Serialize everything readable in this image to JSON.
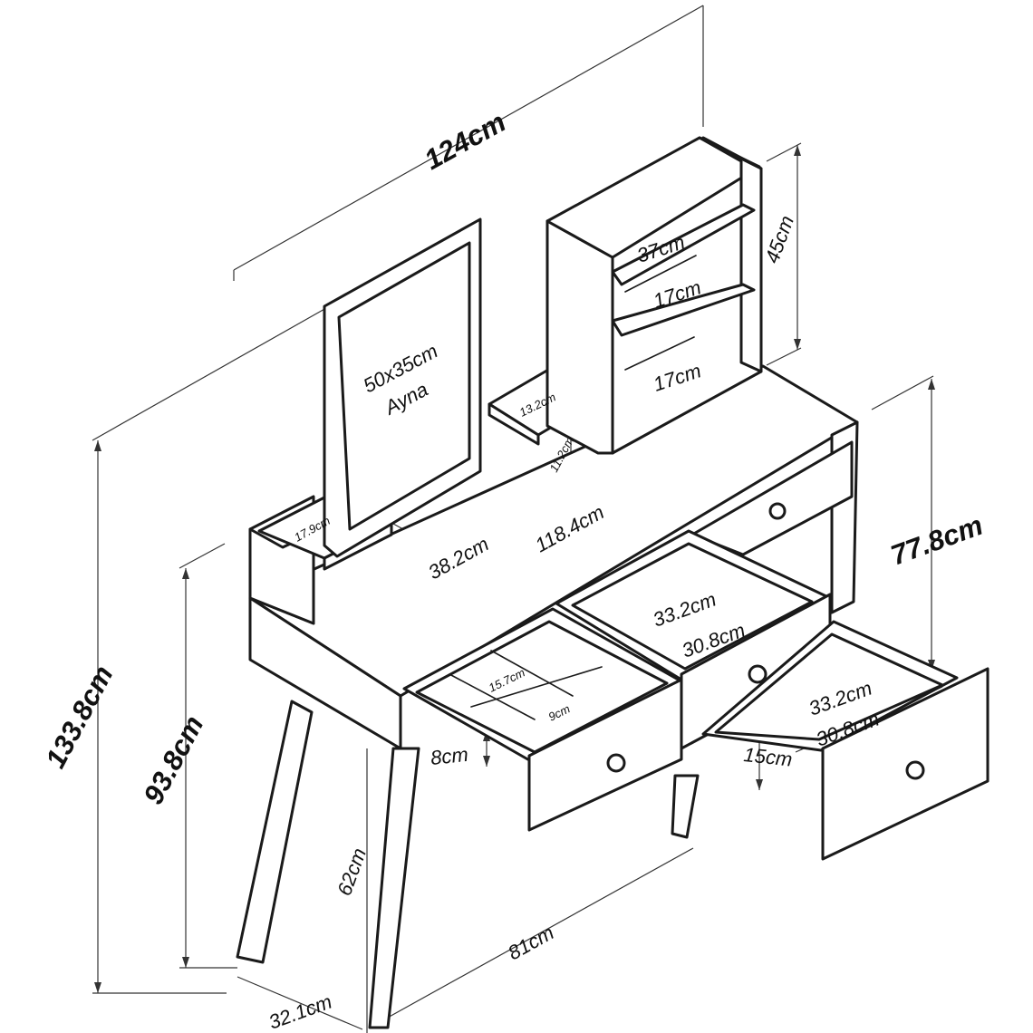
{
  "dimensions": {
    "total_width": "124cm",
    "total_height": "133.8cm",
    "height_with_side": "93.8cm",
    "body_height": "77.8cm",
    "leg_height": "62cm",
    "body_width": "81cm",
    "depth": "32.1cm",
    "top_length": "118.4cm",
    "top_depth": "38.2cm",
    "side_shelf": "17.9cm",
    "shelf_unit_height": "45cm",
    "shelf_width": "37cm",
    "shelf_gap_1": "17cm",
    "shelf_gap_2": "17cm",
    "small_shelf_depth": "13.2cm",
    "small_shelf_height": "11.2cm",
    "left_drawer_height": "8cm",
    "left_drawer_compartment_1": "15.7cm",
    "left_drawer_compartment_2": "9cm",
    "center_drawer_depth": "33.2cm",
    "center_drawer_width": "30.8cm",
    "right_drawer_depth": "33.2cm",
    "right_drawer_width": "30.8cm",
    "right_drawer_height": "15cm"
  },
  "mirror": {
    "size": "50x35cm",
    "name": "Ayna"
  }
}
